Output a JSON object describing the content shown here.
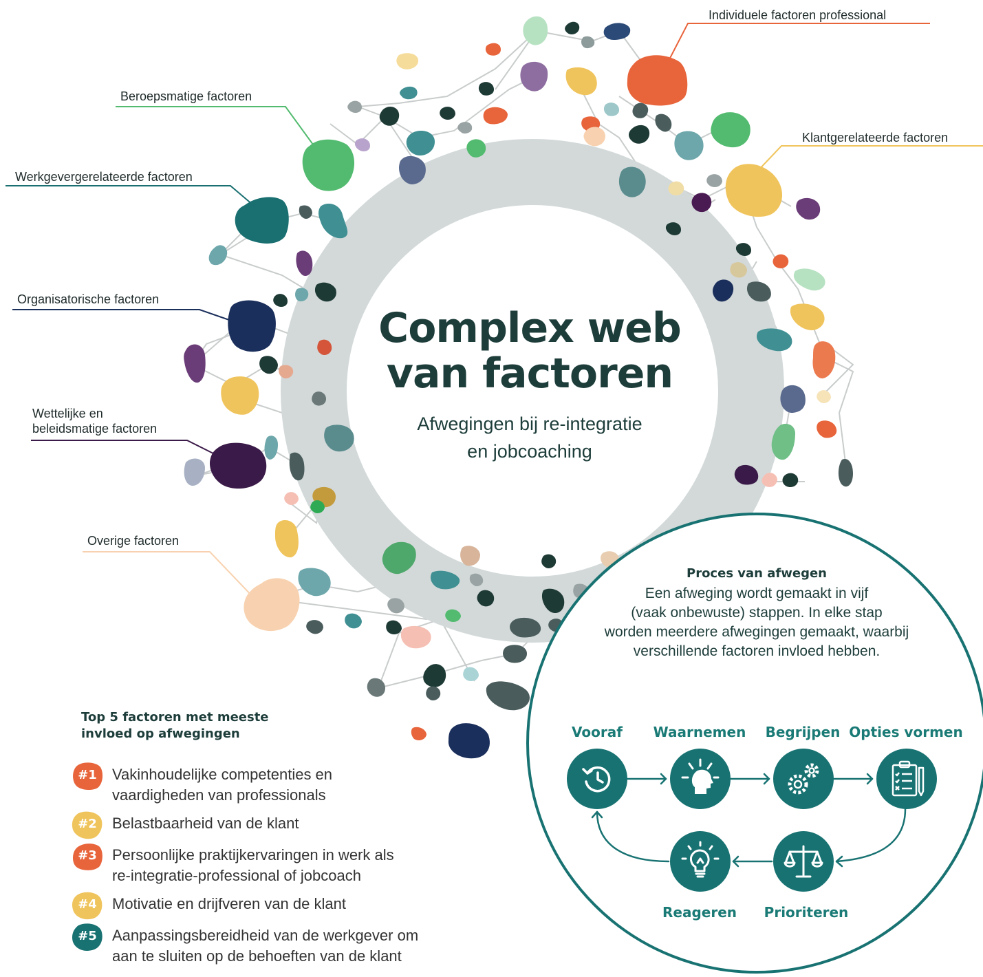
{
  "title": {
    "line1": "Complex web",
    "line2": "van factoren"
  },
  "subtitle": {
    "line1": "Afwegingen bij re-integratie",
    "line2": "en jobcoaching"
  },
  "factors": {
    "individueel": "Individuele factoren professional",
    "beroepsmatig": "Beroepsmatige factoren",
    "klantgerelateerd": "Klantgerelateerde factoren",
    "werkgever": "Werkgevergerelateerde factoren",
    "organisatorisch": "Organisatorische factoren",
    "wettelijk_line1": "Wettelijke en",
    "wettelijk_line2": "beleidsmatige factoren",
    "overig": "Overige factoren"
  },
  "top5": {
    "title_line1": "Top 5 factoren met meeste",
    "title_line2": "invloed op afwegingen",
    "items": [
      {
        "badge": "#1",
        "line1": "Vakinhoudelijke competenties en",
        "line2": "vaardigheden van professionals",
        "color": "#e8643b"
      },
      {
        "badge": "#2",
        "line1": "Belastbaarheid van de klant",
        "line2": "",
        "color": "#f0c45c"
      },
      {
        "badge": "#3",
        "line1": "Persoonlijke praktijkervaringen in werk als",
        "line2": "re-integratie-professional of jobcoach",
        "color": "#e8643b"
      },
      {
        "badge": "#4",
        "line1": "Motivatie en drijfveren van de klant",
        "line2": "",
        "color": "#f0c45c"
      },
      {
        "badge": "#5",
        "line1": "Aanpassingsbereidheid van de werkgever om",
        "line2": "aan te sluiten op de behoeften van de klant",
        "color": "#187272"
      }
    ]
  },
  "process": {
    "heading": "Proces van afwegen",
    "desc_line1": "Een afweging wordt gemaakt in vijf",
    "desc_line2": "(vaak onbewuste) stappen. In elke stap",
    "desc_line3": "worden meerdere afwegingen gemaakt, waarbij",
    "desc_line4": "verschillende factoren invloed hebben.",
    "steps": [
      {
        "label": "Vooraf",
        "icon": "history-clock-icon"
      },
      {
        "label": "Waarnemen",
        "icon": "head-perceive-icon"
      },
      {
        "label": "Begrijpen",
        "icon": "gears-icon"
      },
      {
        "label": "Opties vormen",
        "icon": "clipboard-checklist-icon"
      },
      {
        "label": "Prioriteren",
        "icon": "balance-scale-icon"
      },
      {
        "label": "Reageren",
        "icon": "lightbulb-icon"
      }
    ]
  },
  "colors": {
    "ring": "#d3d9d9",
    "teal_dark": "#187272",
    "teal": "#3f8f93",
    "green": "#52bb6f",
    "orange": "#e8643b",
    "yellow": "#f0c45c",
    "navy": "#1b2f5c",
    "purple": "#4a1a52",
    "peach": "#f8d2b0"
  }
}
